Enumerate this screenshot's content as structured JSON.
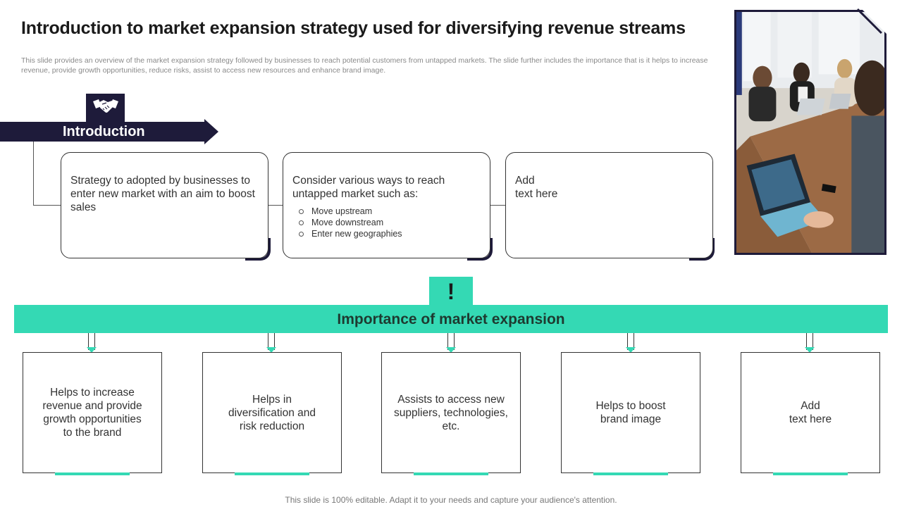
{
  "header": {
    "title": "Introduction to market expansion strategy used for diversifying revenue streams",
    "subtitle": "This slide provides an overview of the market expansion strategy followed by businesses to reach potential customers from untapped markets. The slide further includes the importance that is it helps to increase revenue, provide growth opportunities, reduce risks, assist to access new resources and enhance brand image."
  },
  "intro": {
    "label": "Introduction",
    "icon": "handshake-icon",
    "cards": [
      {
        "text": "Strategy to adopted by businesses to enter new market with an aim to boost sales"
      },
      {
        "text": "Consider various ways to reach untapped market such as:",
        "bullets": [
          "Move upstream",
          "Move downstream",
          "Enter new geographies"
        ]
      },
      {
        "text": "Add\ntext here"
      }
    ]
  },
  "importance": {
    "icon": "!",
    "label": "Importance of market expansion",
    "items": [
      "Helps to increase revenue and provide growth opportunities to the brand",
      "Helps in diversification and risk reduction",
      "Assists to access new suppliers, technologies, etc.",
      "Helps to boost brand image",
      "Add\ntext here"
    ]
  },
  "footer": "This slide is 100% editable. Adapt it to your needs and capture your audience's attention.",
  "colors": {
    "navy": "#1e1b3a",
    "teal": "#34d9b4"
  }
}
